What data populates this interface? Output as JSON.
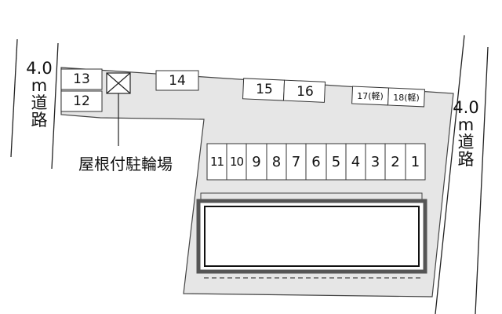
{
  "roads": {
    "left": {
      "width": "4.0",
      "unit": "m",
      "label_chars": [
        "道",
        "路"
      ]
    },
    "right": {
      "width": "4.0",
      "unit": "m",
      "label_chars": [
        "道",
        "路"
      ]
    }
  },
  "bike_parking": {
    "label": "屋根付駐輪場",
    "icon": "x-box-icon"
  },
  "parking_spaces": {
    "upper": [
      "13",
      "12",
      "14",
      "15",
      "16",
      "17(軽)",
      "18(軽)"
    ],
    "row": [
      "11",
      "10",
      "9",
      "8",
      "7",
      "6",
      "5",
      "4",
      "3",
      "2",
      "1"
    ]
  },
  "colors": {
    "lot": "#e6e6e6",
    "line": "#222222",
    "building_wall": "#555555"
  }
}
